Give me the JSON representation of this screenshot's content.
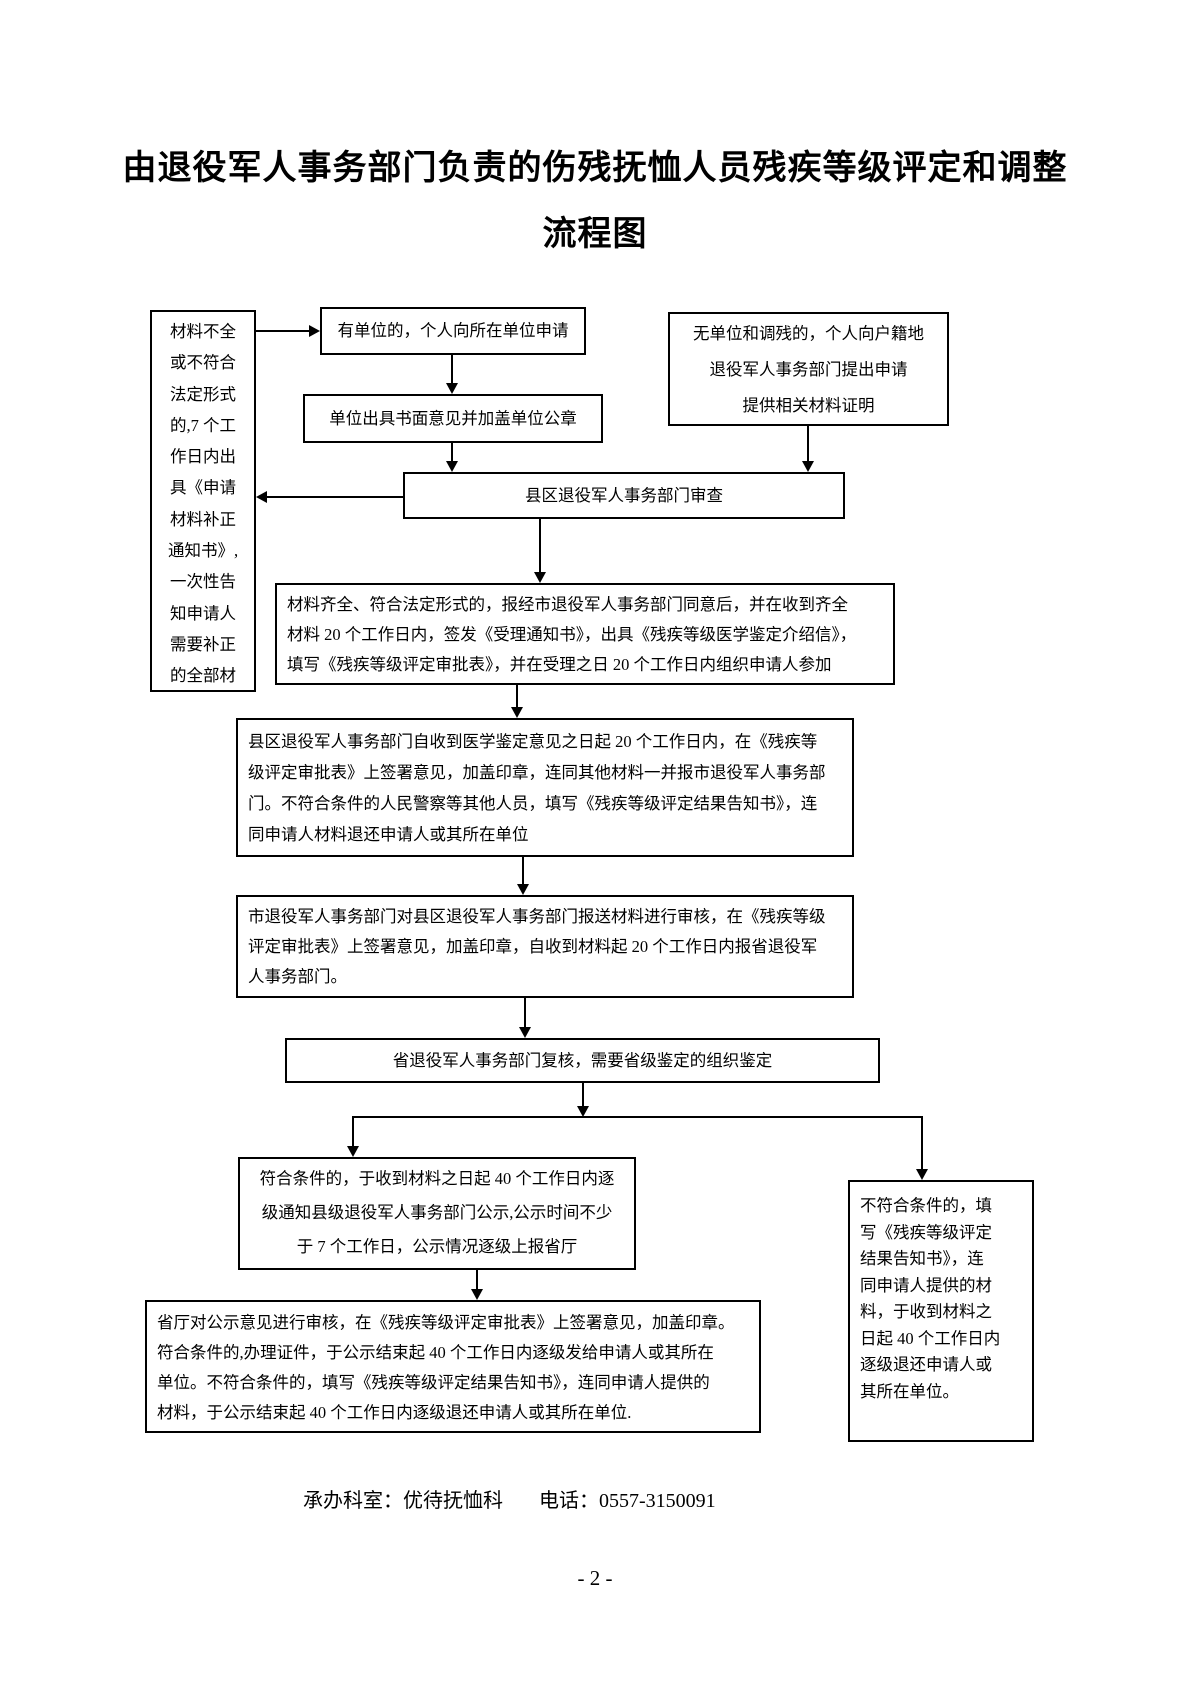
{
  "document": {
    "title": "由退役军人事务部门负责的伤残抚恤人员残疾等级评定和调整",
    "title_line2": "流程图",
    "footer": {
      "office": "承办科室：优待抚恤科",
      "phone": "电话：0557-3150091"
    },
    "page_number": "- 2 -"
  },
  "flowchart": {
    "supplement_notice": "材料不全\n或不符合\n法定形式\n的,7 个工\n作日内出\n具《申请\n材料补正\n通知书》,\n一次性告\n知申请人\n需要补正\n的全部材",
    "apply_via_unit": "有单位的，个人向所在单位申请",
    "unit_opinion": "单位出具书面意见并加盖单位公章",
    "apply_direct": "无单位和调残的，个人向户籍地\n退役军人事务部门提出申请\n提供相关材料证明",
    "county_review": "县区退役军人事务部门审查",
    "county_accept": "材料齐全、符合法定形式的，报经市退役军人事务部门同意后，并在收到齐全\n材料 20 个工作日内，签发《受理通知书》，出具《残疾等级医学鉴定介绍信》，\n填写《残疾等级评定审批表》，并在受理之日 20 个工作日内组织申请人参加",
    "county_report": "县区退役军人事务部门自收到医学鉴定意见之日起 20 个工作日内，在《残疾等\n级评定审批表》上签署意见，加盖印章，连同其他材料一并报市退役军人事务部\n门。不符合条件的人民警察等其他人员，填写《残疾等级评定结果告知书》，连\n同申请人材料退还申请人或其所在单位",
    "city_review": "市退役军人事务部门对县区退役军人事务部门报送材料进行审核，在《残疾等级\n评定审批表》上签署意见，加盖印章，自收到材料起 20 个工作日内报省退役军\n人事务部门。",
    "province_review": "省退役军人事务部门复核，需要省级鉴定的组织鉴定",
    "qualified_publicity": "符合条件的，于收到材料之日起 40 个工作日内逐\n级通知县级退役军人事务部门公示,公示时间不少\n于 7 个工作日，公示情况逐级上报省厅",
    "unqualified_return": "不符合条件的，填\n写《残疾等级评定\n结果告知书》，连\n同申请人提供的材\n料，于收到材料之\n日起 40 个工作日内\n逐级退还申请人或\n其所在单位。",
    "province_final": "省厅对公示意见进行审核，在《残疾等级评定审批表》上签署意见，加盖印章。\n符合条件的,办理证件，于公示结束起 40 个工作日内逐级发给申请人或其所在\n单位。不符合条件的，填写《残疾等级评定结果告知书》，连同申请人提供的\n材料，于公示结束起 40 个工作日内逐级退还申请人或其所在单位."
  }
}
